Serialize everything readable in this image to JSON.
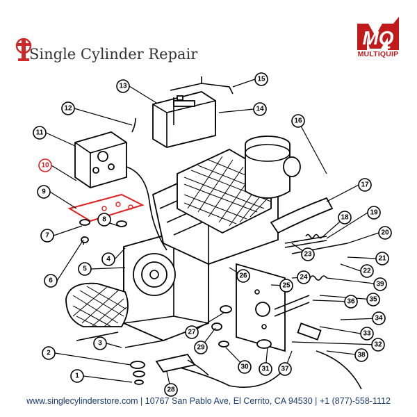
{
  "header": {
    "brand_title": "Single Cylinder Repair",
    "mq_word": "MULTIQUIP",
    "mq_letters": "MQ",
    "accent_color": "#c01a1a",
    "brand_color": "#d02828"
  },
  "callouts": [
    "1",
    "2",
    "3",
    "4",
    "5",
    "6",
    "7",
    "8",
    "9",
    "10",
    "11",
    "12",
    "13",
    "14",
    "15",
    "16",
    "17",
    "18",
    "19",
    "20",
    "21",
    "22",
    "23",
    "24",
    "25",
    "26",
    "27",
    "28",
    "29",
    "30",
    "31",
    "32",
    "33",
    "34",
    "35",
    "36",
    "37",
    "38",
    "39"
  ],
  "highlight_callout": "10",
  "footer": {
    "text": "www.singlecylinderstore.com  |  10767 San Pablo Ave, El Cerrito, CA 94530  |  +1 (877)-558-1112"
  }
}
